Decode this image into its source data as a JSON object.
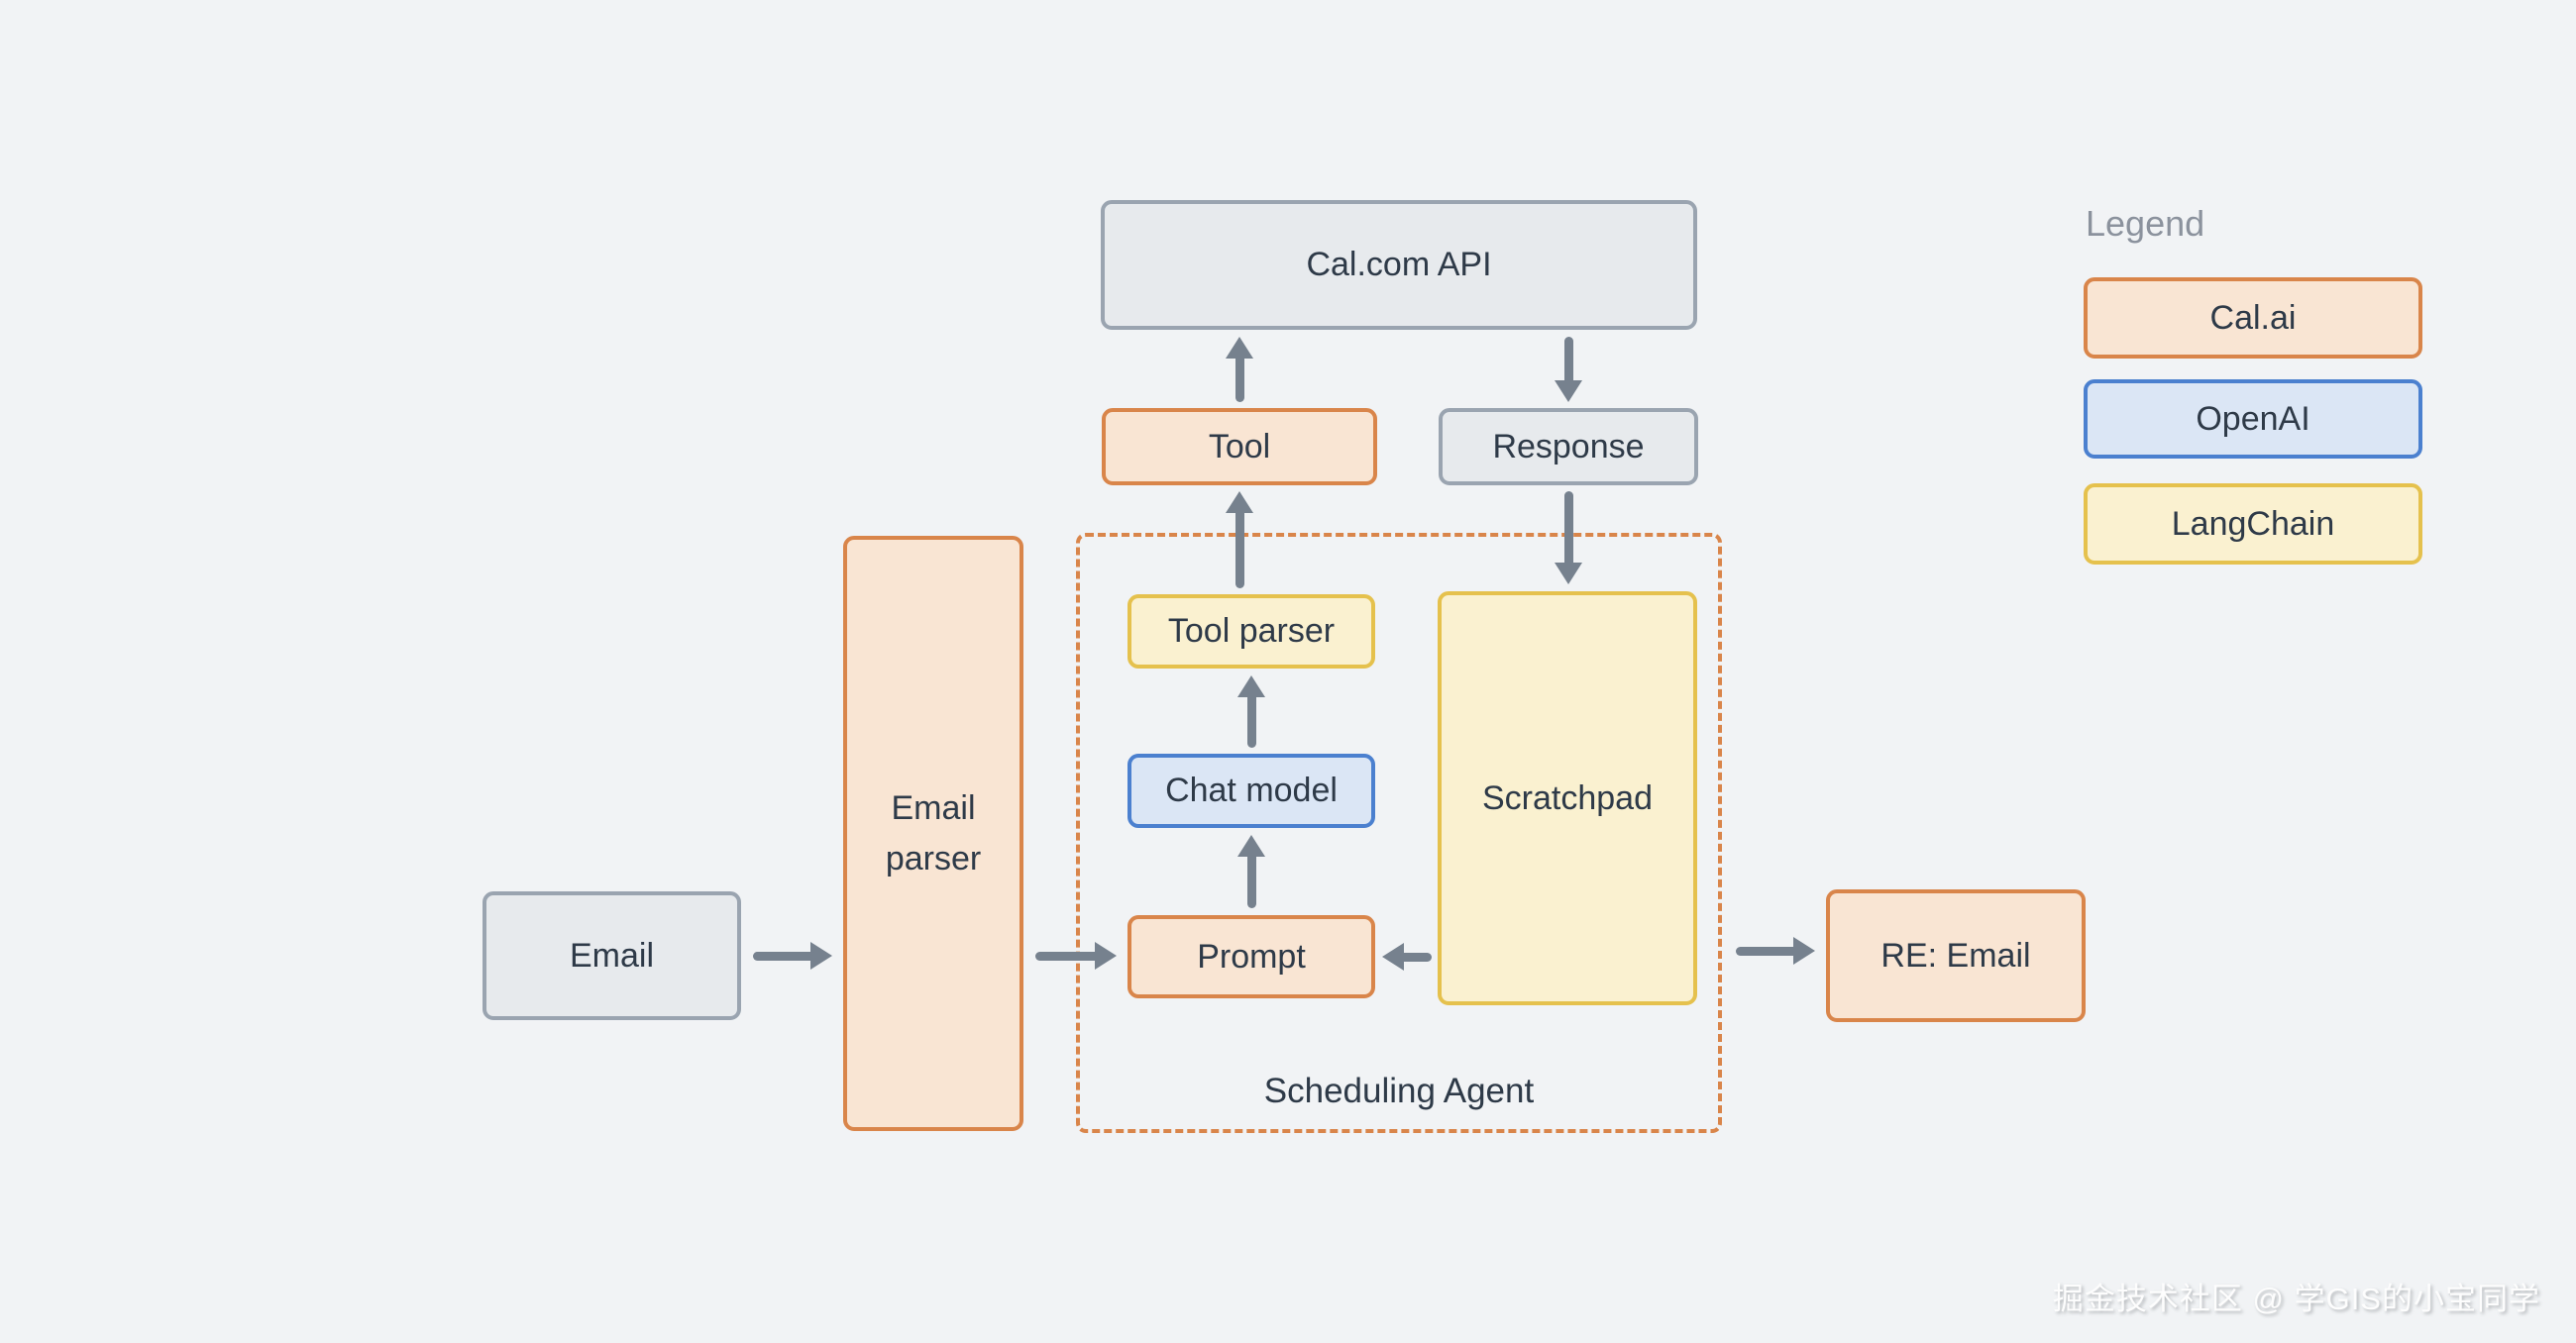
{
  "diagram": {
    "nodes": {
      "calcom_api": {
        "label": "Cal.com API"
      },
      "tool": {
        "label": "Tool"
      },
      "response": {
        "label": "Response"
      },
      "tool_parser": {
        "label": "Tool parser"
      },
      "chat_model": {
        "label": "Chat model"
      },
      "prompt": {
        "label": "Prompt"
      },
      "scratchpad": {
        "label": "Scratchpad"
      },
      "email_parser": {
        "label": "Email parser"
      },
      "email": {
        "label": "Email"
      },
      "re_email": {
        "label": "RE: Email"
      },
      "agent_group": {
        "label": "Scheduling Agent"
      }
    },
    "edges": [
      {
        "from": "tool",
        "to": "calcom_api"
      },
      {
        "from": "calcom_api",
        "to": "response"
      },
      {
        "from": "tool_parser",
        "to": "tool"
      },
      {
        "from": "response",
        "to": "scratchpad"
      },
      {
        "from": "chat_model",
        "to": "tool_parser"
      },
      {
        "from": "prompt",
        "to": "chat_model"
      },
      {
        "from": "scratchpad",
        "to": "prompt"
      },
      {
        "from": "email",
        "to": "email_parser"
      },
      {
        "from": "email_parser",
        "to": "prompt"
      },
      {
        "from": "agent_group",
        "to": "re_email"
      }
    ],
    "legend": {
      "title": "Legend",
      "items": [
        {
          "label": "Cal.ai",
          "color_key": "orange"
        },
        {
          "label": "OpenAI",
          "color_key": "blue"
        },
        {
          "label": "LangChain",
          "color_key": "yellow"
        }
      ]
    },
    "watermark": "掘金技术社区 @ 学GIS的小宝同学"
  },
  "colors": {
    "background": "#f1f3f5",
    "gray_fill": "#e7eaed",
    "gray_border": "#9aa4b0",
    "orange_fill": "#f9e5d3",
    "orange_border": "#d9854a",
    "yellow_fill": "#faf1d0",
    "yellow_border": "#e5c14d",
    "blue_fill": "#dbe6f5",
    "blue_border": "#4b80cf",
    "arrow": "#76818e",
    "text": "#2e3a48",
    "legend_title": "#8b929d"
  }
}
